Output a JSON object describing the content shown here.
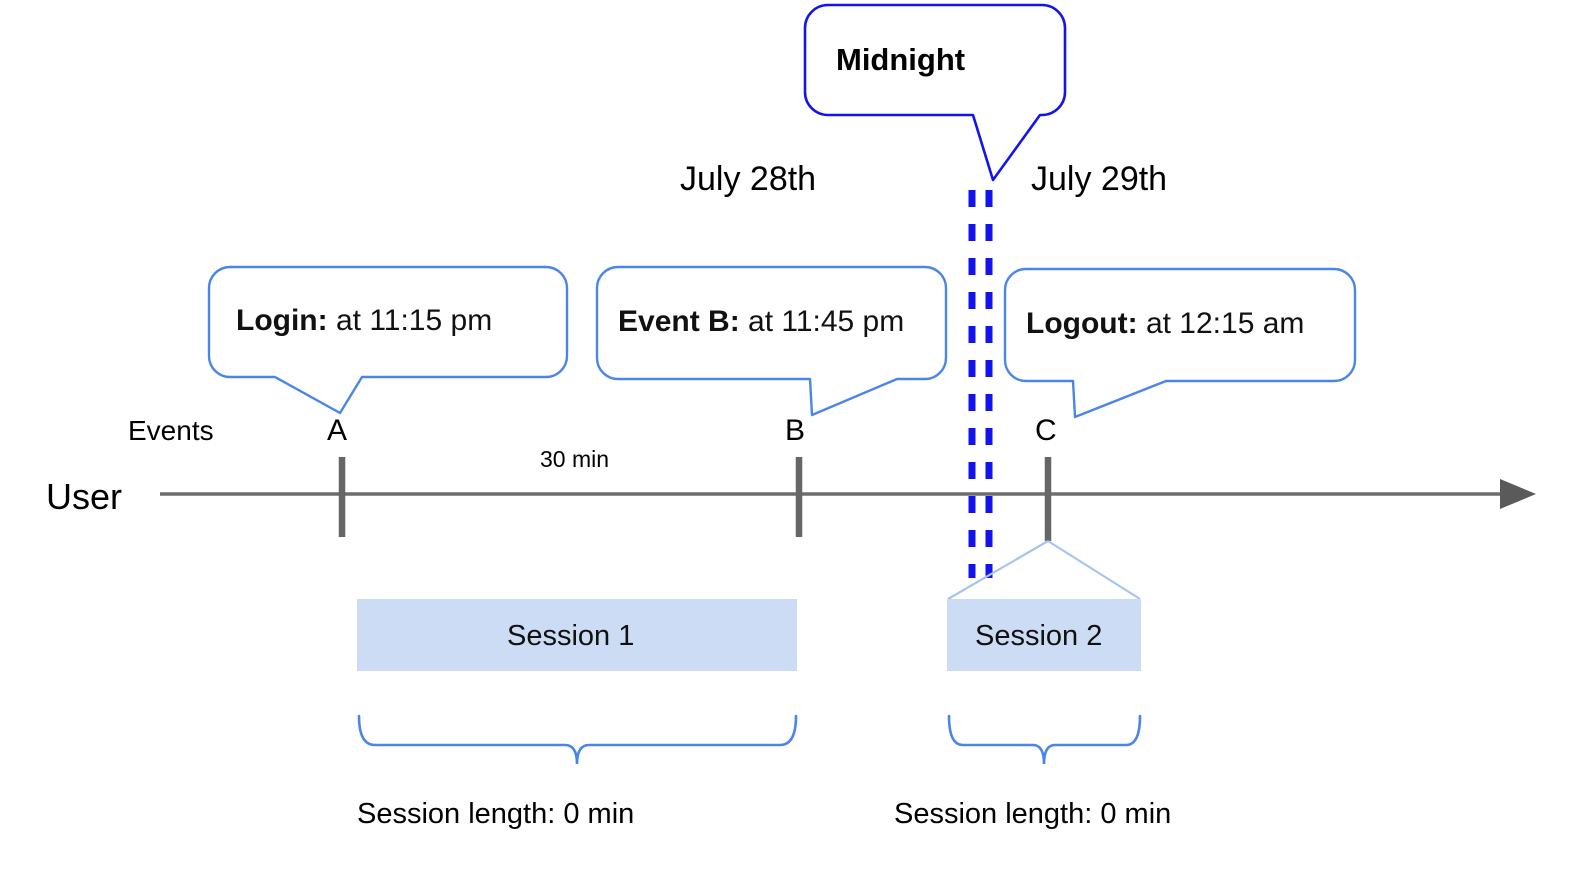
{
  "diagram": {
    "title_callout": {
      "label": "Midnight"
    },
    "dates": [
      {
        "label": "July 28th"
      },
      {
        "label": "July 29th"
      }
    ],
    "event_callouts": [
      {
        "name": "login",
        "strong": "Login:",
        "rest": " at 11:15 pm"
      },
      {
        "name": "event-b",
        "strong": "Event B:",
        "rest": " at 11:45 pm"
      },
      {
        "name": "logout",
        "strong": "Logout:",
        "rest": " at 12:15 am"
      }
    ],
    "axis": {
      "row_label": "User",
      "events_label": "Events",
      "markers": [
        {
          "letter": "A"
        },
        {
          "letter": "B"
        },
        {
          "letter": "C"
        }
      ],
      "gap_label": "30 min"
    },
    "sessions": [
      {
        "label": "Session 1",
        "length_label": "Session length: 0 min"
      },
      {
        "label": "Session 2",
        "length_label": "Session length: 0 min"
      }
    ],
    "colors": {
      "midnight_blue": "#1313ee",
      "callout_blue": "#4a86e8",
      "session_fill": "#ccdcf5",
      "axis_gray": "#7f7f7f",
      "marker_gray": "#666666",
      "brace_blue": "#4a86e8"
    }
  }
}
